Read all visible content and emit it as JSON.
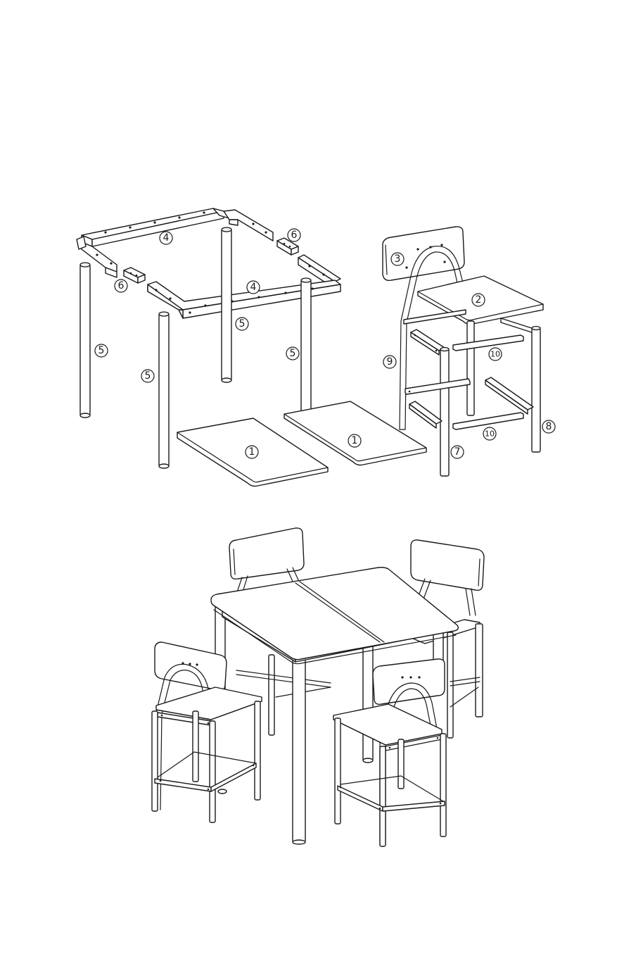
{
  "parts": {
    "tabletop_a": "1",
    "tabletop_b": "1",
    "seat": "2",
    "backrest": "3",
    "apron_back": "4",
    "apron_front": "4",
    "leg_far_left": "5",
    "leg_front": "5",
    "leg_center_label": "5",
    "leg_right": "5",
    "bracket_left": "6",
    "bracket_right": "6",
    "chair_front_leg": "7",
    "chair_rear_leg": "8",
    "chair_back_frame": "9",
    "footrest_upper": "10",
    "footrest_lower": "10"
  },
  "colors": {
    "line": "#1a1a1a",
    "fill": "#ffffff"
  }
}
